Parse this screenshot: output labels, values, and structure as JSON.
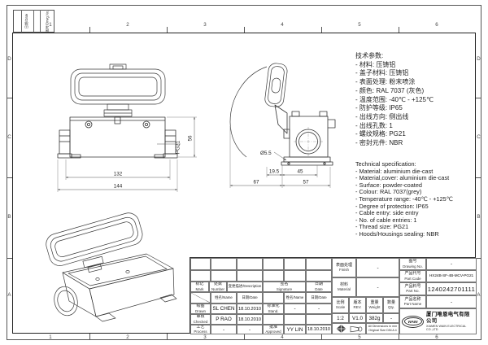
{
  "frame": {
    "cols": [
      "1",
      "2",
      "3",
      "4",
      "5",
      "6"
    ],
    "rows": [
      "D",
      "C",
      "B",
      "A"
    ],
    "corner_date": "日期/Date",
    "corner_drwg": "图号/Drwg.No."
  },
  "tech_cn": {
    "title": "技术参数:",
    "items": [
      "- 材料: 压铸铝",
      "- 盖子材料: 压铸铝",
      "- 表面处理: 粉末喷涂",
      "- 颜色: RAL 7037 (灰色)",
      "- 温度范围: -40℃ - +125℃",
      "- 防护等级: IP65",
      "- 出线方向: 侧出线",
      "- 出线孔数: 1",
      "- 螺纹规格: PG21",
      "- 密封元件: NBR"
    ]
  },
  "tech_en": {
    "title": "Technical specification:",
    "items": [
      "- Material: aluminium die-cast",
      "- Material,cover: aluminium die-cast",
      "- Surface: powder-coated",
      "- Colour: RAL 7037(grey)",
      "- Temperature range: -40℃ - +125℃",
      "- Degree of protection: IP65",
      "- Cable entry: side entry",
      "- No. of cable entries: 1",
      "- Thread size: PG21",
      "- Hoods/Housings sealing: NBR"
    ]
  },
  "dims": {
    "d132": "132",
    "d144": "144",
    "d56": "56",
    "pg21": "PG21",
    "hole": "Ø5.5",
    "d195": "19.5",
    "d45": "45",
    "d67": "67",
    "d57": "57"
  },
  "tb": {
    "mark": "标记",
    "mark_en": "Mark",
    "number": "处数",
    "number_en": "Number",
    "desc": "变更描述/Description",
    "sig": "签名",
    "sig_en": "Signature",
    "date_hdr": "日期",
    "date_hdr_en": "Date",
    "name_hdr": "姓名/Name",
    "date2_hdr": "日期/Date",
    "drawn": "绘图",
    "drawn_en": "Drawn",
    "drawn_name": "SL CHEN",
    "drawn_date": "18.10.2010",
    "checked": "审核",
    "checked_en": "Checked",
    "checked_name": "P RAO",
    "checked_date": "18.10.2010",
    "process": "工艺",
    "process_en": "Process",
    "process_name": "-",
    "process_date": "-",
    "stand": "标准化",
    "stand_en": "Stand.",
    "stand_name": "-",
    "stand_date": "-",
    "approved": "批准",
    "approved_en": "Approved",
    "approved_name": "YY LIN",
    "approved_date": "18.10.2010",
    "finish": "表面处理",
    "finish_en": "Finish",
    "finish_val": "-",
    "material": "材料",
    "material_en": "Material",
    "material_val": "-",
    "scale": "比例",
    "scale_en": "Scale",
    "scale_val": "1:2",
    "rev": "版本",
    "rev_en": "REV.",
    "rev_val": "V1.0",
    "weight": "重量",
    "weight_en": "Weight",
    "weight_val": "382g",
    "qty": "数量",
    "qty_en": "Qty.",
    "qty_val": "-",
    "note1": "All Dimensions in mm",
    "note2": "Original Size DIN A 4",
    "drawing_no": "图号",
    "drawing_no_en": "Drawing No.",
    "drawing_no_val": "-",
    "part_code": "产品代号",
    "part_code_en": "Part Code",
    "part_code_val": "HX24B-SF-4B-MCV-PG21",
    "part_no": "产品料号",
    "part_no_en": "Part No.",
    "part_no_val": "1240242701111",
    "part_name": "产品名称",
    "part_name_en": "Part Name",
    "part_name_val": "-",
    "logo": "WAIN",
    "company_cn": "厦门唯恩电气有限公司",
    "company_en": "XIAMEN WAIN ELECTRICAL CO.,LTD"
  },
  "colors": {
    "ink": "#333333",
    "frame": "#222222"
  }
}
